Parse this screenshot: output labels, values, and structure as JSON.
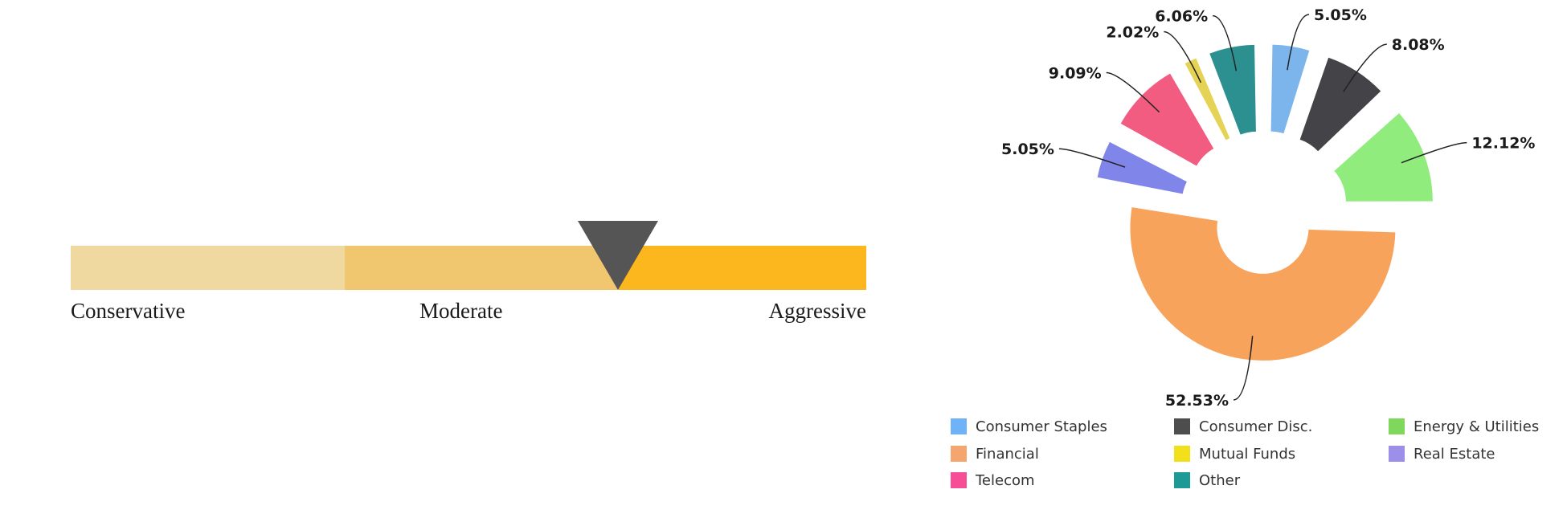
{
  "risk_meter": {
    "levels": [
      {
        "label": "Conservative",
        "color": "#F0D9A0"
      },
      {
        "label": "Moderate",
        "color": "#F0C76E"
      },
      {
        "label": "Aggressive",
        "color": "#FDB71E"
      }
    ],
    "marker_color": "#555555"
  },
  "chart_data": {
    "type": "pie",
    "variant": "exploded-donut",
    "slices": [
      {
        "name": "Consumer Staples",
        "value": 5.05,
        "label": "5.05%",
        "color": "#7CB5EC",
        "legend_color": "#6EB3F7"
      },
      {
        "name": "Consumer Disc.",
        "value": 8.08,
        "label": "8.08%",
        "color": "#434348",
        "legend_color": "#4D4D4D"
      },
      {
        "name": "Energy & Utilities",
        "value": 12.12,
        "label": "12.12%",
        "color": "#90ED7D",
        "legend_color": "#7FD85B"
      },
      {
        "name": "Financial",
        "value": 52.53,
        "label": "52.53%",
        "color": "#F7A35C",
        "legend_color": "#F5A66E"
      },
      {
        "name": "Real Estate",
        "value": 5.05,
        "label": "5.05%",
        "color": "#8085E9",
        "legend_color": "#9C8FEA"
      },
      {
        "name": "Telecom",
        "value": 9.09,
        "label": "9.09%",
        "color": "#F15C80",
        "legend_color": "#F64D96"
      },
      {
        "name": "Mutual Funds",
        "value": 2.02,
        "label": "2.02%",
        "color": "#E4D354",
        "legend_color": "#F2E01A"
      },
      {
        "name": "Other",
        "value": 6.06,
        "label": "6.06%",
        "color": "#2B908F",
        "legend_color": "#1E9A96"
      }
    ],
    "legend": {
      "placement": "bottom",
      "items": [
        "Consumer Staples",
        "Consumer Disc.",
        "Energy & Utilities",
        "Financial",
        "Mutual Funds",
        "Real Estate",
        "Telecom",
        "Other"
      ]
    }
  }
}
